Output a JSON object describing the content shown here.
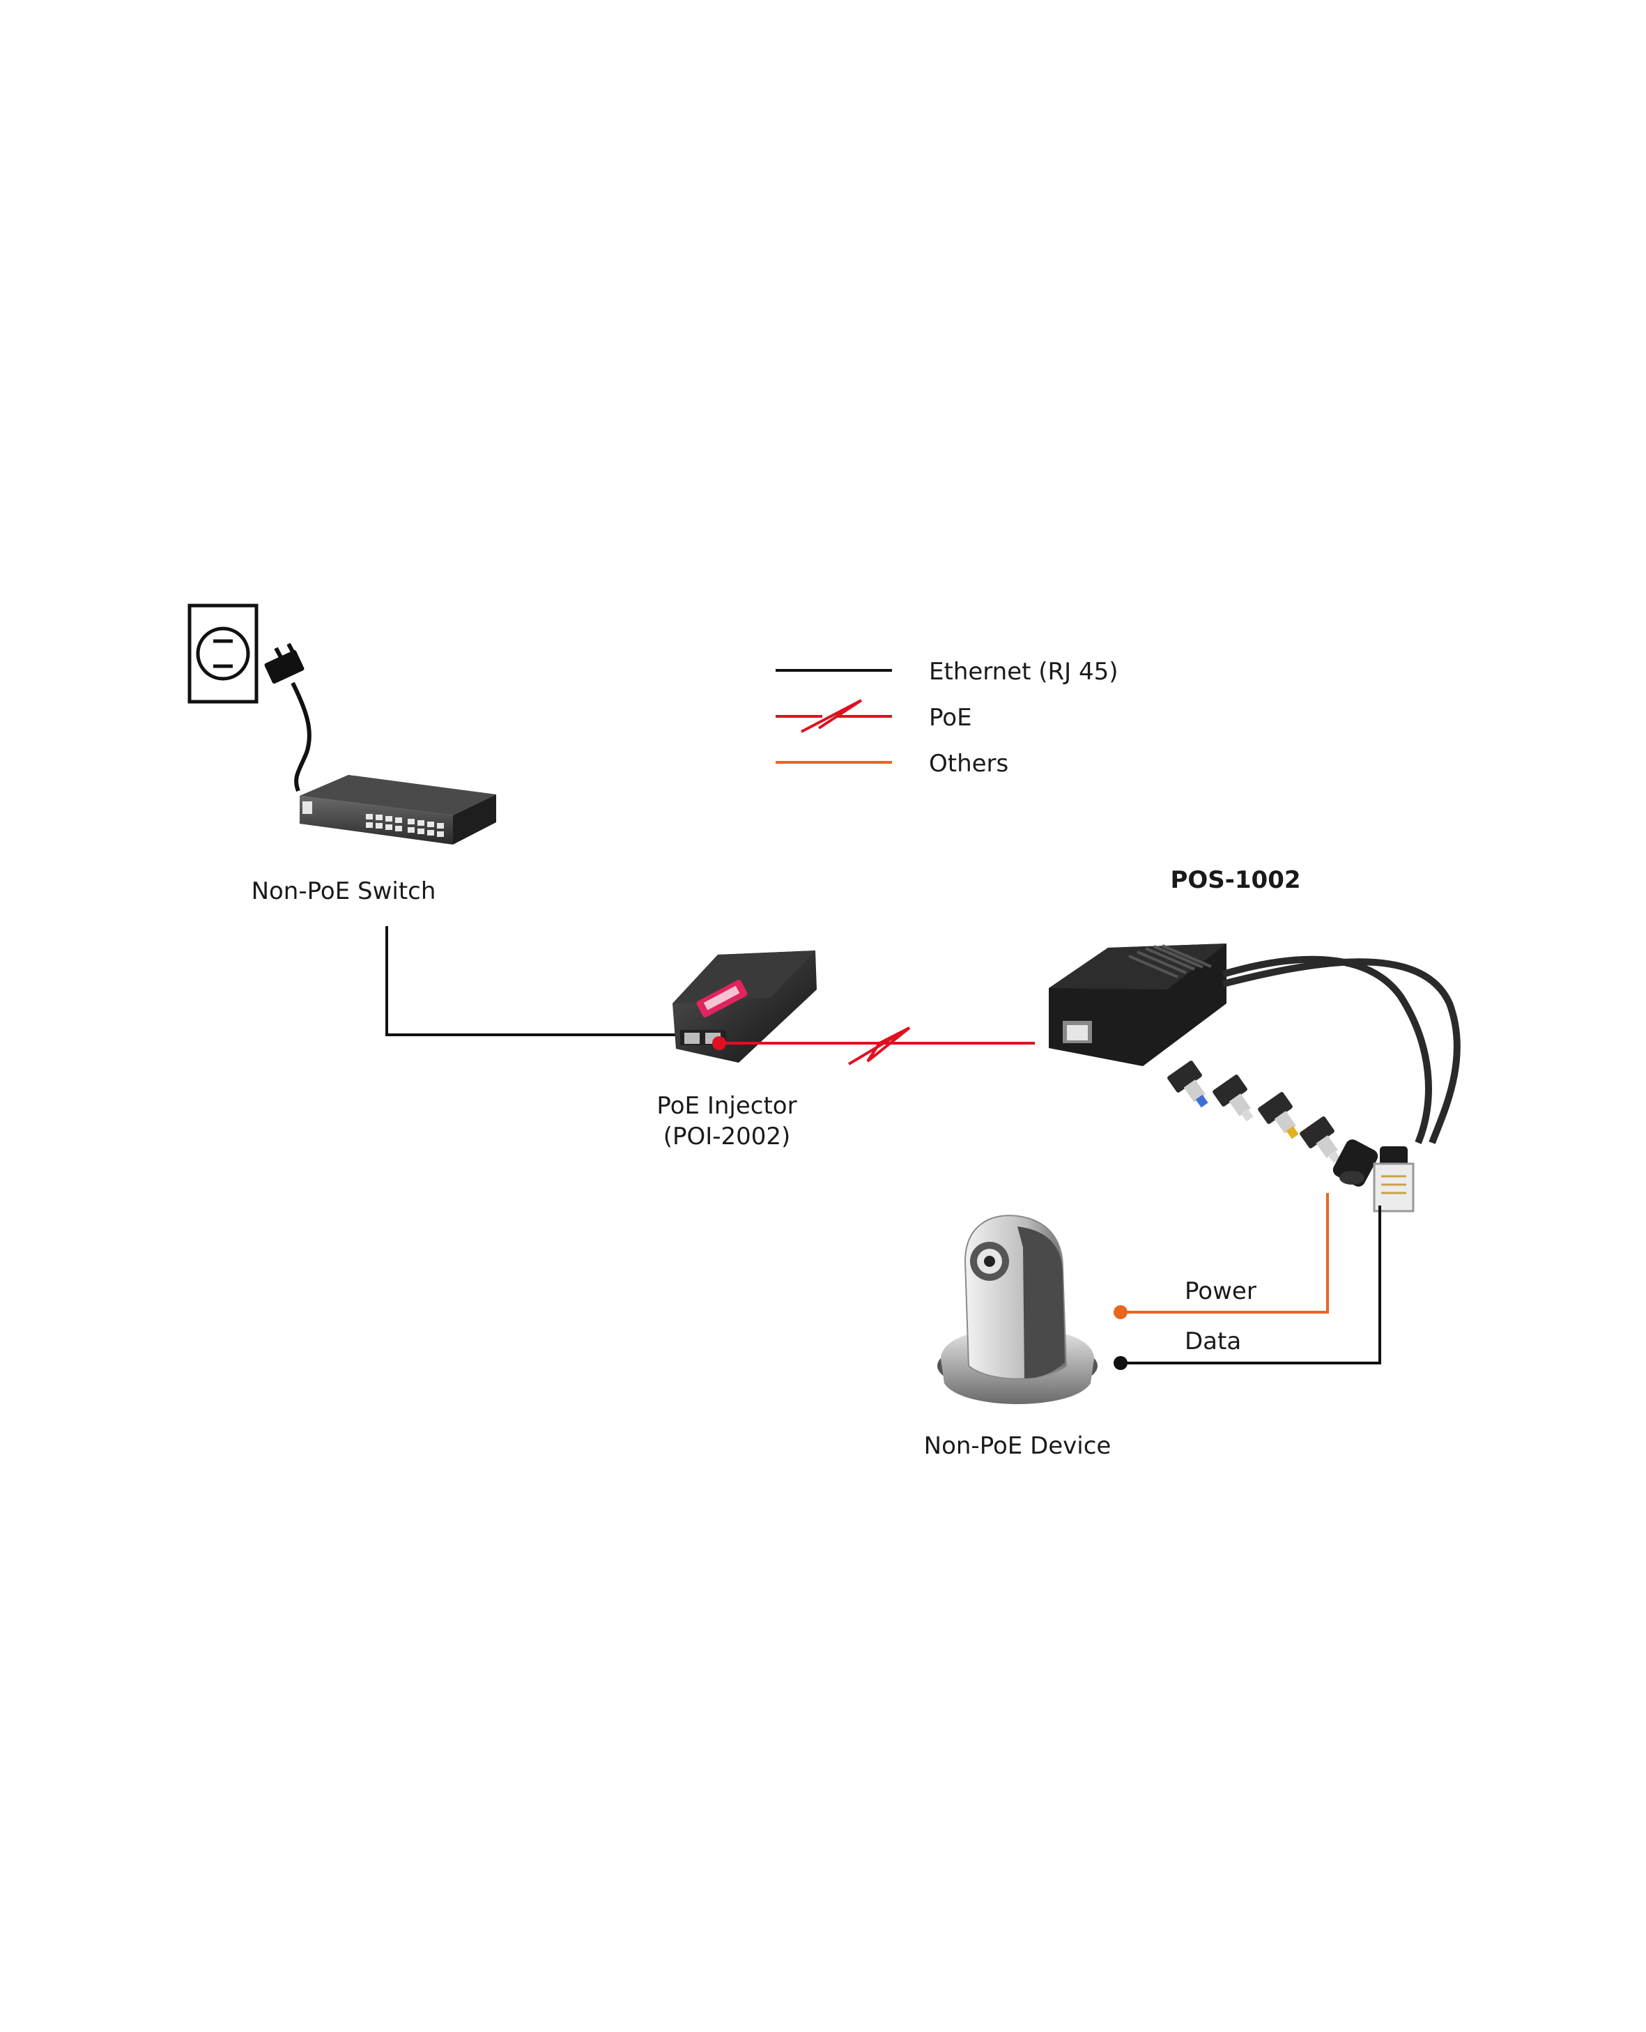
{
  "legend": {
    "items": [
      {
        "label": "Ethernet (RJ 45)",
        "color": "#111111"
      },
      {
        "label": "PoE",
        "color": "#e01020"
      },
      {
        "label": "Others",
        "color": "#e8661e"
      }
    ]
  },
  "nodes": {
    "switch": {
      "label": "Non-PoE Switch"
    },
    "injector": {
      "label_line1": "PoE Injector",
      "label_line2": "(POI-2002)"
    },
    "splitter": {
      "label": "POS-1002"
    },
    "device": {
      "label": "Non-PoE Device"
    }
  },
  "connections": {
    "power": {
      "label": "Power",
      "color": "#e8661e"
    },
    "data": {
      "label": "Data",
      "color": "#111111"
    }
  },
  "icons": [
    "wall-outlet-icon",
    "power-plug-icon",
    "network-switch-icon",
    "poe-injector-icon",
    "poe-splitter-icon",
    "dc-tip-icon",
    "dc-jack-icon",
    "rj45-plug-icon",
    "ip-camera-icon",
    "lightning-icon"
  ]
}
